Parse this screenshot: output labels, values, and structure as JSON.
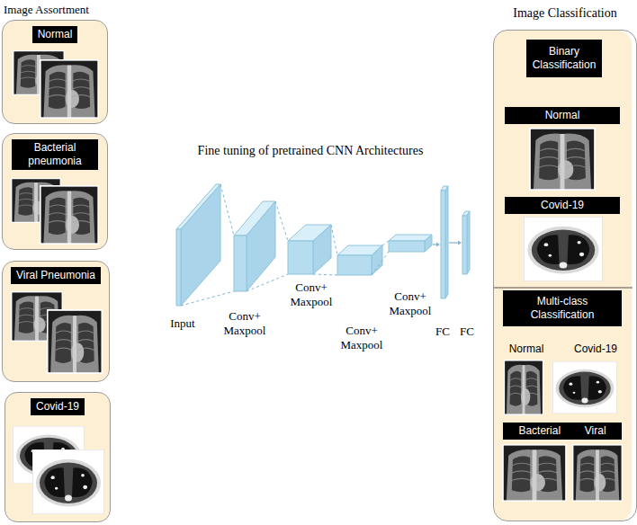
{
  "diagram": {
    "title": "Fine tuning of pretrained CNN Architectures",
    "nodes": [
      {
        "text": [
          "Normal"
        ]
      },
      {
        "text": [
          "Bacterial pneumonia"
        ]
      },
      {
        "text": [
          "Viral Pneumonia"
        ]
      },
      {
        "text": [
          "Covid-19"
        ]
      },
      {
        "text": [
          "Image Classification"
        ]
      },
      {
        "text": [
          "Binary Classification"
        ],
        "in": 4
      },
      {
        "text": [
          "Normal"
        ],
        "in": 4
      },
      {
        "text": [
          "Covid-19"
        ],
        "in": 4
      },
      {
        "text": [
          "Multi-class Classification"
        ],
        "in": 4
      },
      {
        "text": [
          "Bacterial",
          "Viral"
        ],
        "in": 4
      }
    ],
    "labels": [
      "Image Assortment",
      "Input",
      "Conv+ Maxpool",
      "Conv+ Maxpool",
      "Conv+ Maxpool",
      "Conv+ Maxpool",
      "FC",
      "FC",
      "Normal",
      "Covid-19"
    ]
  }
}
